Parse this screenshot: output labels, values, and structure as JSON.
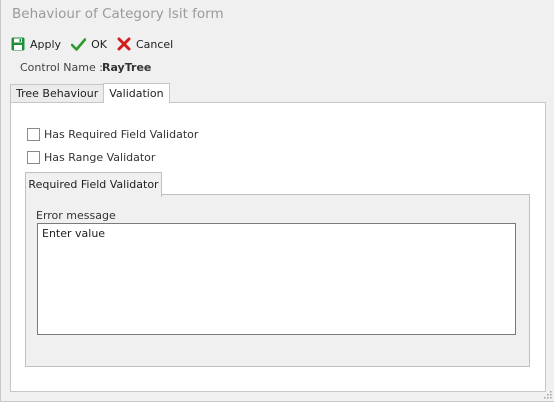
{
  "window": {
    "title": "Behaviour of Category lsit form"
  },
  "toolbar": {
    "apply_label": "Apply",
    "ok_label": "OK",
    "cancel_label": "Cancel",
    "colors": {
      "apply": "#1f8f3a",
      "ok": "#2a9a2a",
      "cancel": "#d21e1e"
    },
    "icons": [
      "save-icon",
      "check-icon",
      "x-icon"
    ]
  },
  "control": {
    "label": "Control Name :",
    "value": "RayTree"
  },
  "tabs": [
    {
      "label": "Tree Behaviour",
      "active": false
    },
    {
      "label": "Validation",
      "active": true
    }
  ],
  "validation": {
    "has_required_label": "Has Required Field Validator",
    "has_required_checked": false,
    "has_range_label": "Has Range Validator",
    "has_range_checked": false,
    "inner_tab_label": "Required Field Validator",
    "error_message_label": "Error message",
    "error_message_value": "Enter value"
  }
}
